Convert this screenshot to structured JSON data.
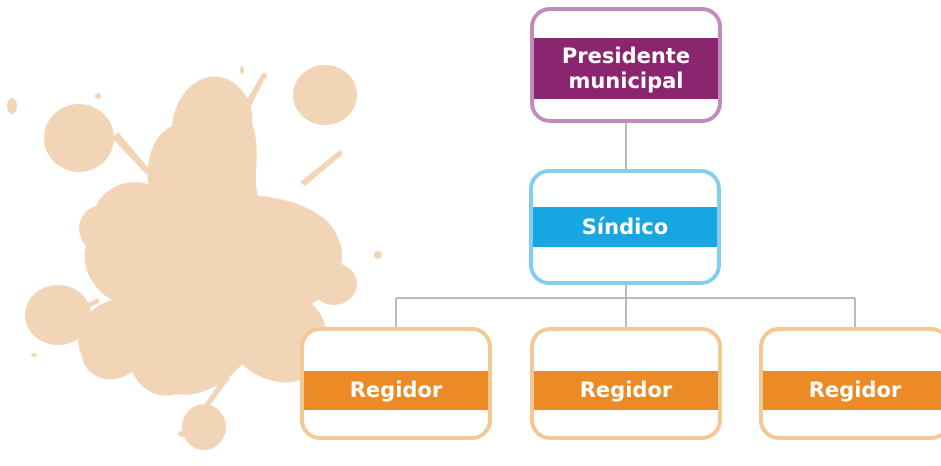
{
  "colors": {
    "presidente_border": "#c08cbc",
    "presidente_band": "#8b2570",
    "sindico_border": "#82cdf0",
    "sindico_band": "#16a6e2",
    "regidor_border": "#f3c892",
    "regidor_band": "#ec8a26",
    "connector": "#a6a6a6",
    "splash": "#f2d5b6"
  },
  "org_chart": {
    "top": {
      "label": "Presidente municipal"
    },
    "middle": {
      "label": "Síndico"
    },
    "bottom": [
      {
        "label": "Regidor"
      },
      {
        "label": "Regidor"
      },
      {
        "label": "Regidor"
      }
    ]
  }
}
